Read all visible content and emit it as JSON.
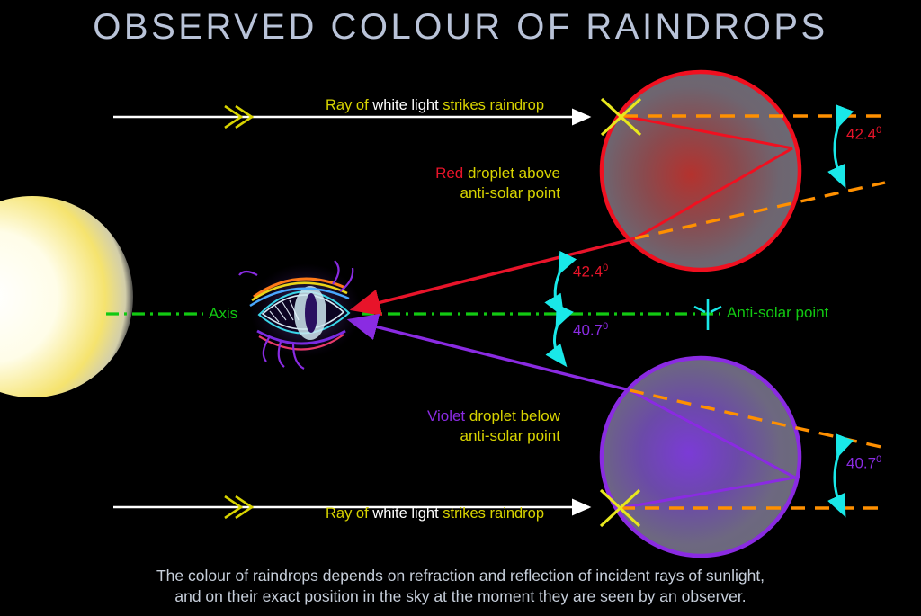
{
  "title": "OBSERVED COLOUR OF RAINDROPS",
  "caption": {
    "line1": "The colour of raindrops depends on refraction and reflection of incident rays of sunlight,",
    "line2": "and on their exact position in the sky at the moment they are seen by an observer."
  },
  "rays": {
    "top": {
      "part1": "Ray of ",
      "part2": "white light",
      "part3": " strikes raindrop"
    },
    "bottom": {
      "part1": "Ray of ",
      "part2": "white light",
      "part3": " strikes raindrop"
    }
  },
  "droplets": {
    "red": {
      "colour_word": "Red",
      "rest_line1": " droplet above",
      "line2": "anti-solar point"
    },
    "violet": {
      "colour_word": "Violet",
      "rest_line1": " droplet below",
      "line2": "anti-solar point"
    }
  },
  "angles": {
    "red_centre": "42.4",
    "violet_centre": "40.7",
    "red_right": "42.4",
    "violet_right": "40.7",
    "degree_symbol": "0"
  },
  "labels": {
    "axis": "Axis",
    "anti_solar_point": "Anti-solar point"
  },
  "colors": {
    "background": "#000000",
    "title": "#b9c3d8",
    "caption": "#c6ceda",
    "yellow": "#d8d400",
    "white": "#ffffff",
    "red": "#e8142a",
    "violet": "#8a2be2",
    "green": "#12c912",
    "cyan": "#19e8e8",
    "orange_dash": "#ff9000",
    "sun_core": "#fffff2",
    "sun_rim": "#f2e36a"
  },
  "chart_data": {
    "type": "diagram",
    "title": "OBSERVED COLOUR OF RAINDROPS",
    "annotations": [
      {
        "label": "Red droplet above anti-solar point",
        "angle_deg": 42.4,
        "colour": "#e8142a"
      },
      {
        "label": "Violet droplet below anti-solar point",
        "angle_deg": 40.7,
        "colour": "#8a2be2"
      }
    ],
    "elements": [
      "sun",
      "observer-eye",
      "axis",
      "anti-solar-point",
      "red-raindrop",
      "violet-raindrop",
      "incident-white-light-rays"
    ]
  }
}
